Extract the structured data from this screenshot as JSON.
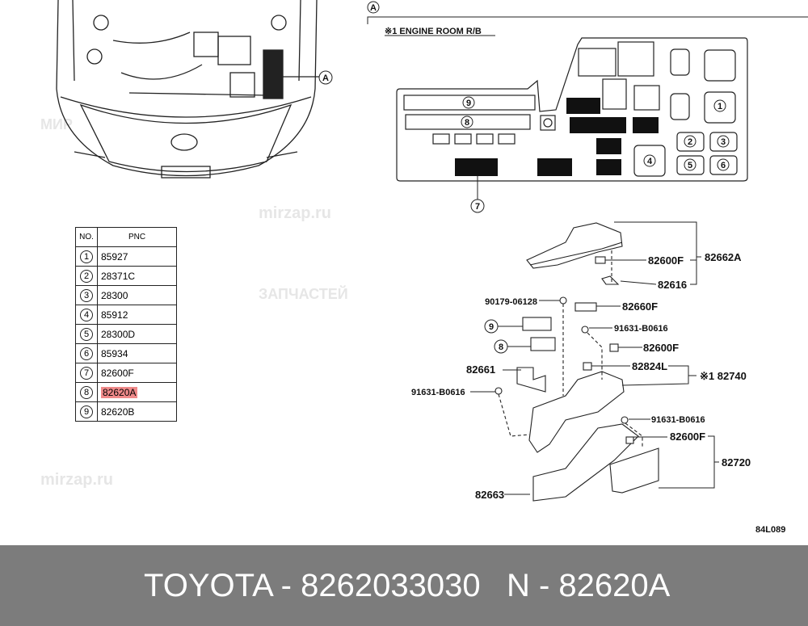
{
  "watermark": {
    "line1": "МИР",
    "line2": "ЗАПЧАСТЕЙ",
    "site": "mirzap.ru"
  },
  "overview": {
    "callout": "A"
  },
  "relay_box": {
    "callout": "A",
    "title": "※1 ENGINE ROOM R/B",
    "markers": [
      "1",
      "2",
      "3",
      "4",
      "5",
      "6",
      "7",
      "8",
      "9"
    ]
  },
  "table": {
    "headers": [
      "NO.",
      "PNC"
    ],
    "rows": [
      {
        "no": "1",
        "pnc": "85927"
      },
      {
        "no": "2",
        "pnc": "28371C"
      },
      {
        "no": "3",
        "pnc": "28300"
      },
      {
        "no": "4",
        "pnc": "85912"
      },
      {
        "no": "5",
        "pnc": "28300D"
      },
      {
        "no": "6",
        "pnc": "85934"
      },
      {
        "no": "7",
        "pnc": "82600F"
      },
      {
        "no": "8",
        "pnc": "82620A",
        "highlighted": true
      },
      {
        "no": "9",
        "pnc": "82620B"
      }
    ],
    "highlight_color": "#f08a8a"
  },
  "parts": {
    "p82662A": "82662A",
    "p82600F_1": "82600F",
    "p82616": "82616",
    "p90179": "90179-06128",
    "p82660F": "82660F",
    "c9": "9",
    "p91631_1": "91631-B0616",
    "c8": "8",
    "p82600F_2": "82600F",
    "p82661": "82661",
    "p82824L": "82824L",
    "p82740": "※1 82740",
    "p91631_2": "91631-B0616",
    "p91631_3": "91631-B0616",
    "p82600F_3": "82600F",
    "p82720": "82720",
    "p82663": "82663",
    "code": "84L089"
  },
  "banner": {
    "left": "TOYOTA - 8262033030",
    "right": "N - 82620A",
    "background": "#7c7c7c"
  }
}
